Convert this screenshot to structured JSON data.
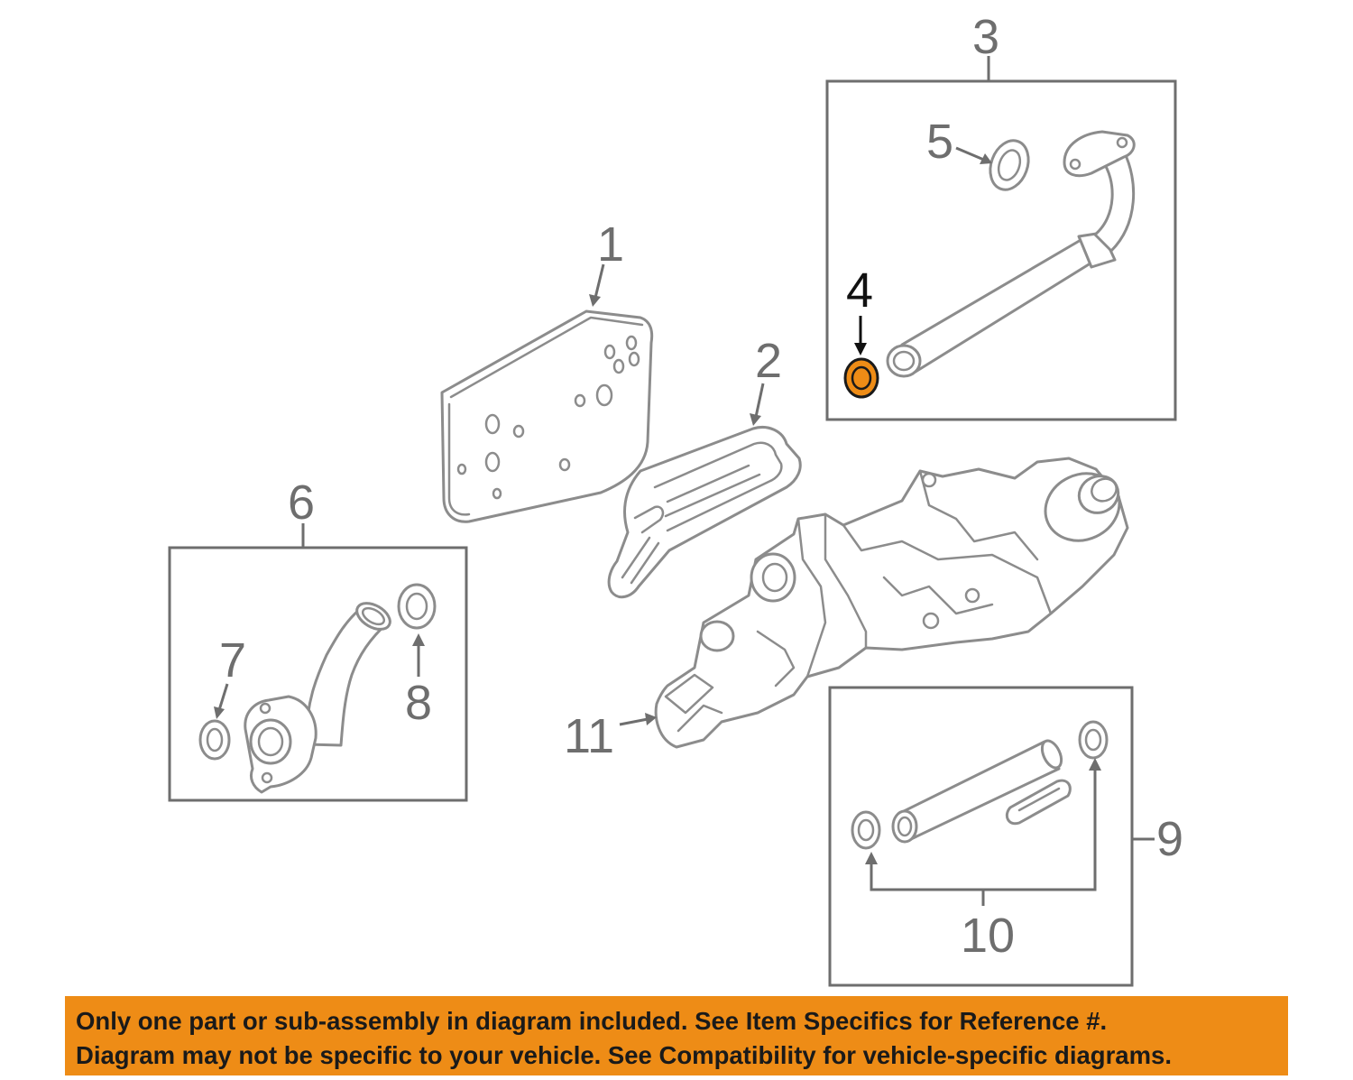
{
  "callouts": {
    "c1": "1",
    "c2": "2",
    "c3": "3",
    "c4": "4",
    "c5": "5",
    "c6": "6",
    "c7": "7",
    "c8": "8",
    "c9": "9",
    "c10": "10",
    "c11": "11"
  },
  "highlighted_part": "4",
  "colors": {
    "highlight": "#ee8c16",
    "banner": "#ee8c16",
    "line": "#8c8c8c"
  },
  "disclaimer": {
    "line1": "Only one part or sub-assembly in diagram included. See Item Specifics for Reference #.",
    "line2": "Diagram may not be specific to your vehicle. See Compatibility for vehicle-specific diagrams."
  }
}
